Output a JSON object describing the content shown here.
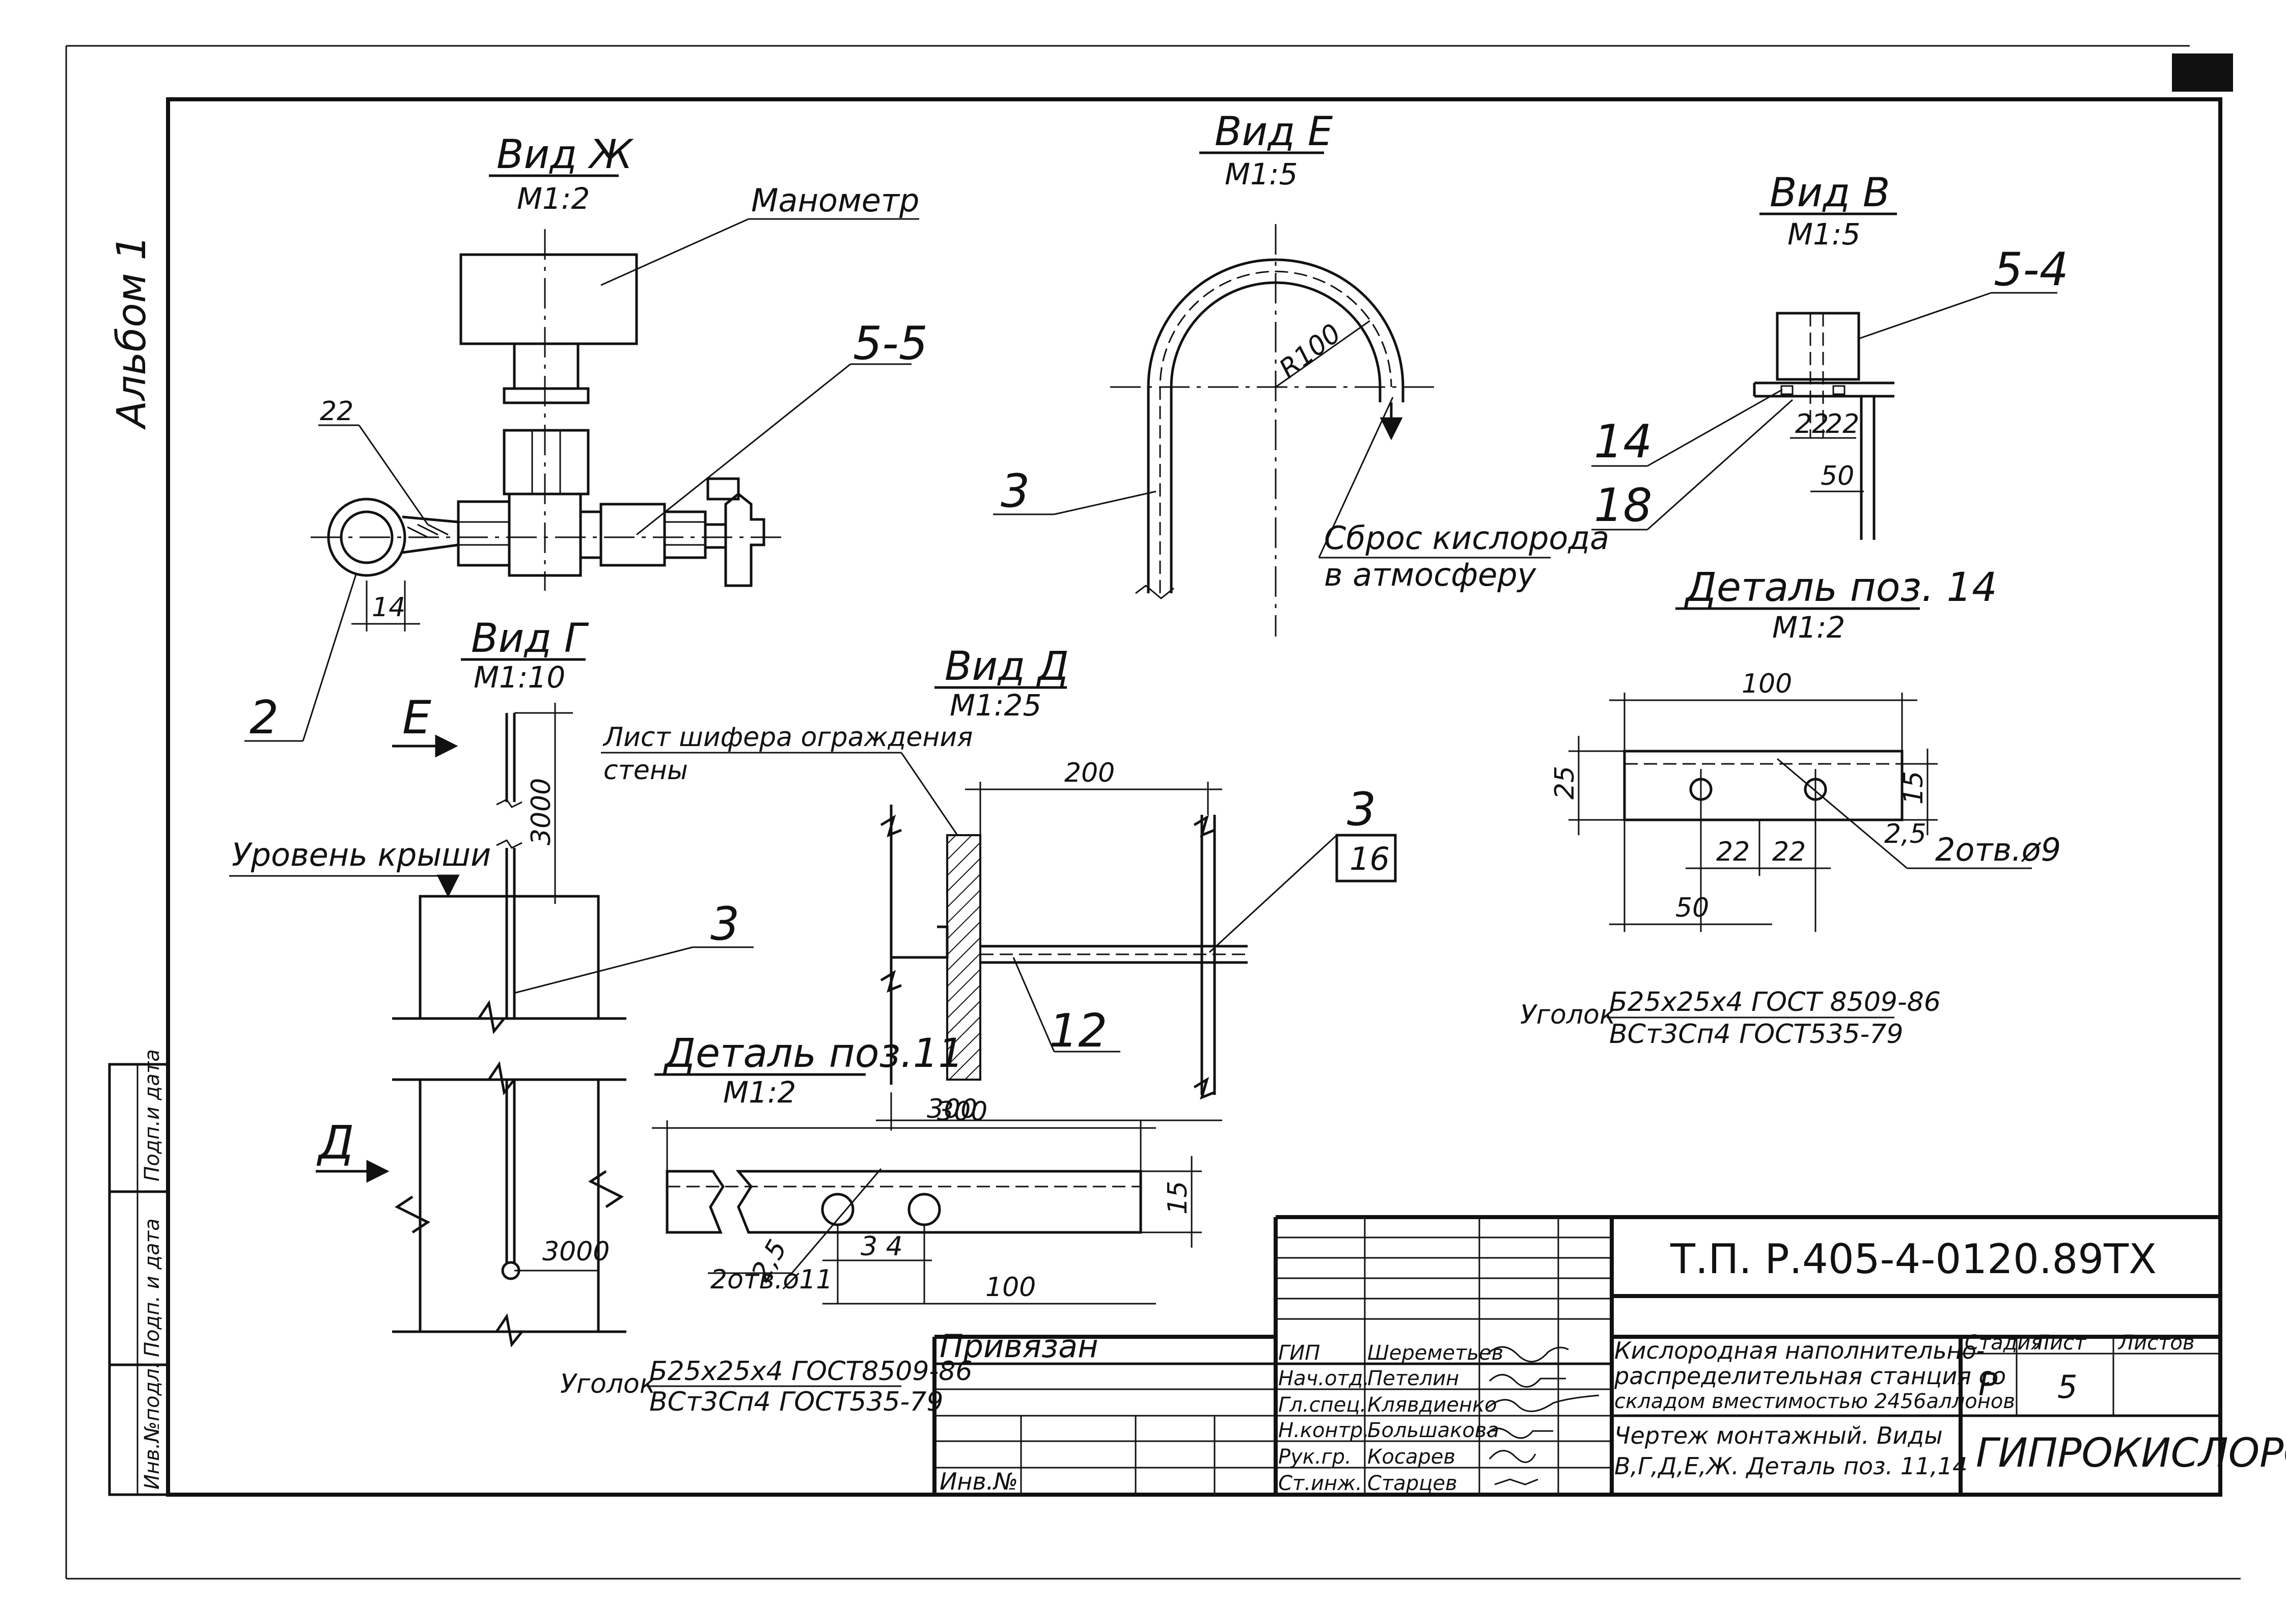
{
  "album_label": "Альбом 1",
  "views": {
    "zh": {
      "title": "Вид Ж",
      "scale": "М1:2",
      "manometer": "Манометр",
      "pos_5_5": "5-5",
      "pos_22": "22",
      "pos_2": "2",
      "dim_14": "14"
    },
    "e": {
      "title": "Вид Е",
      "scale": "М1:5",
      "radius": "R100",
      "pos_3": "3",
      "release_line1": "Сброс кислорода",
      "release_line2": "в атмосферу"
    },
    "v": {
      "title": "Вид В",
      "scale": "М1:5",
      "pos_5_4": "5-4",
      "pos_14": "14",
      "pos_18": "18",
      "dim_22a": "22",
      "dim_22b": "22",
      "dim_50": "50"
    },
    "g": {
      "title": "Вид Г",
      "scale": "М1:10",
      "arrow_e": "Е",
      "arrow_d": "Д",
      "roof_level": "Уровень крыши",
      "dim_3000_top": "3000",
      "dim_3000_bottom": "3000",
      "pos_3": "3"
    },
    "d": {
      "title": "Вид Д",
      "scale": "М1:25",
      "sheet_line1": "Лист шифера ограждения",
      "sheet_line2": "стены",
      "dim_200": "200",
      "dim_300": "300",
      "pos_3": "3",
      "pos_16": "16",
      "pos_12": "12"
    }
  },
  "detail_14": {
    "title": "Деталь поз. 14",
    "scale": "М1:2",
    "dim_100": "100",
    "dim_25": "25",
    "dim_15": "15",
    "dim_22a": "22",
    "dim_22b": "22",
    "dim_50": "50",
    "dim_2_5": "2,5",
    "holes": "2отв.ø9",
    "angle_label": "Уголок",
    "angle_spec": "Б25х25х4 ГОСТ 8509-86",
    "angle_material": "ВСт3Сп4 ГОСТ535-79"
  },
  "detail_11": {
    "title": "Деталь поз.11",
    "scale": "М1:2",
    "dim_300": "300",
    "dim_15": "15",
    "dim_2_5": "2,5",
    "holes": "2отв.ø11",
    "dim_34": "3 4",
    "dim_100": "100",
    "angle_label": "Уголок",
    "angle_spec": "Б25х25х4 ГОСТ8509-86",
    "angle_material": "ВСт3Сп4 ГОСТ535-79"
  },
  "side_stamps": [
    "Подп.и дата",
    "Подп. и дата",
    "Инв.№подл."
  ],
  "title_block": {
    "doc_code": "Т.П. Р.405-4-0120.89ТХ",
    "bound_label": "Привязан",
    "inv_label": "Инв.№",
    "roles": [
      {
        "role": "ГИП",
        "name": "Шереметьев"
      },
      {
        "role": "Нач.отд.",
        "name": "Петелин"
      },
      {
        "role": "Гл.спец.",
        "name": "Клявдиенко"
      },
      {
        "role": "Н.контр.",
        "name": "Большакова"
      },
      {
        "role": "Рук.гр.",
        "name": "Косарев"
      },
      {
        "role": "Ст.инж.",
        "name": "Старцев"
      }
    ],
    "project_line1": "Кислородная наполнительно-",
    "project_line2": "распределительная станция со",
    "project_line3": "складом вместимостью 2456аллонов",
    "sheet_line1": "Чертеж монтажный. Виды",
    "sheet_line2": "В,Г,Д,Е,Ж. Деталь поз. 11,14",
    "stage_header": "Стадия",
    "sheet_header": "Лист",
    "sheets_header": "Листов",
    "stage": "Р",
    "sheet": "5",
    "sheets": "",
    "org": "ГИПРОКИСЛОРОД"
  }
}
